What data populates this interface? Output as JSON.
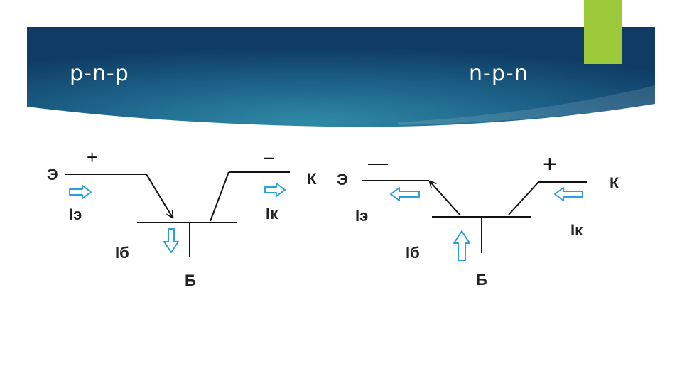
{
  "slide": {
    "title_left": "p-n-p",
    "title_right": "n-p-n",
    "colors": {
      "banner_dark": "#0f3c64",
      "banner_light": "#2f8aa6",
      "accent": "#9bc93a",
      "arrow": "#2aa1d8",
      "line": "#111111"
    }
  },
  "pnp": {
    "emitter": "Э",
    "collector": "К",
    "base": "Б",
    "emitter_sign": "+",
    "collector_sign": "–",
    "emitter_current": "Iэ",
    "collector_current": "Iк",
    "base_current": "Iб"
  },
  "npn": {
    "emitter": "Э",
    "collector": "К",
    "base": "Б",
    "emitter_sign": "—",
    "collector_sign": "+",
    "emitter_current": "Iэ",
    "collector_current": "Iк",
    "base_current": "Iб"
  }
}
